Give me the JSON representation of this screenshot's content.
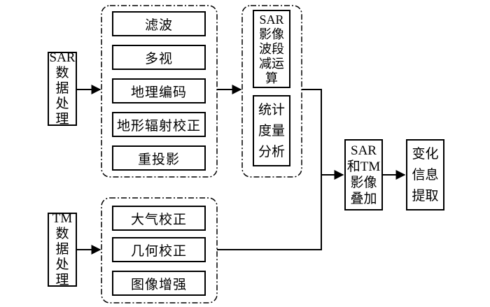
{
  "inputs": {
    "sar": [
      "SAR",
      "数",
      "据",
      "处",
      "理"
    ],
    "tm": [
      "TM",
      "数",
      "据",
      "处",
      "理"
    ]
  },
  "sar_steps": [
    "滤波",
    "多视",
    "地理编码",
    "地形辐射校正",
    "重投影"
  ],
  "tm_steps": [
    "大气校正",
    "几何校正",
    "图像增强"
  ],
  "band_op": [
    "SAR",
    "影像",
    "波段",
    "减运",
    "算"
  ],
  "stats": [
    "统计",
    "度量",
    "分析"
  ],
  "overlay": [
    "SAR",
    "和TM",
    "影像",
    "叠加"
  ],
  "extract": [
    "变化",
    "信息",
    "提取"
  ]
}
